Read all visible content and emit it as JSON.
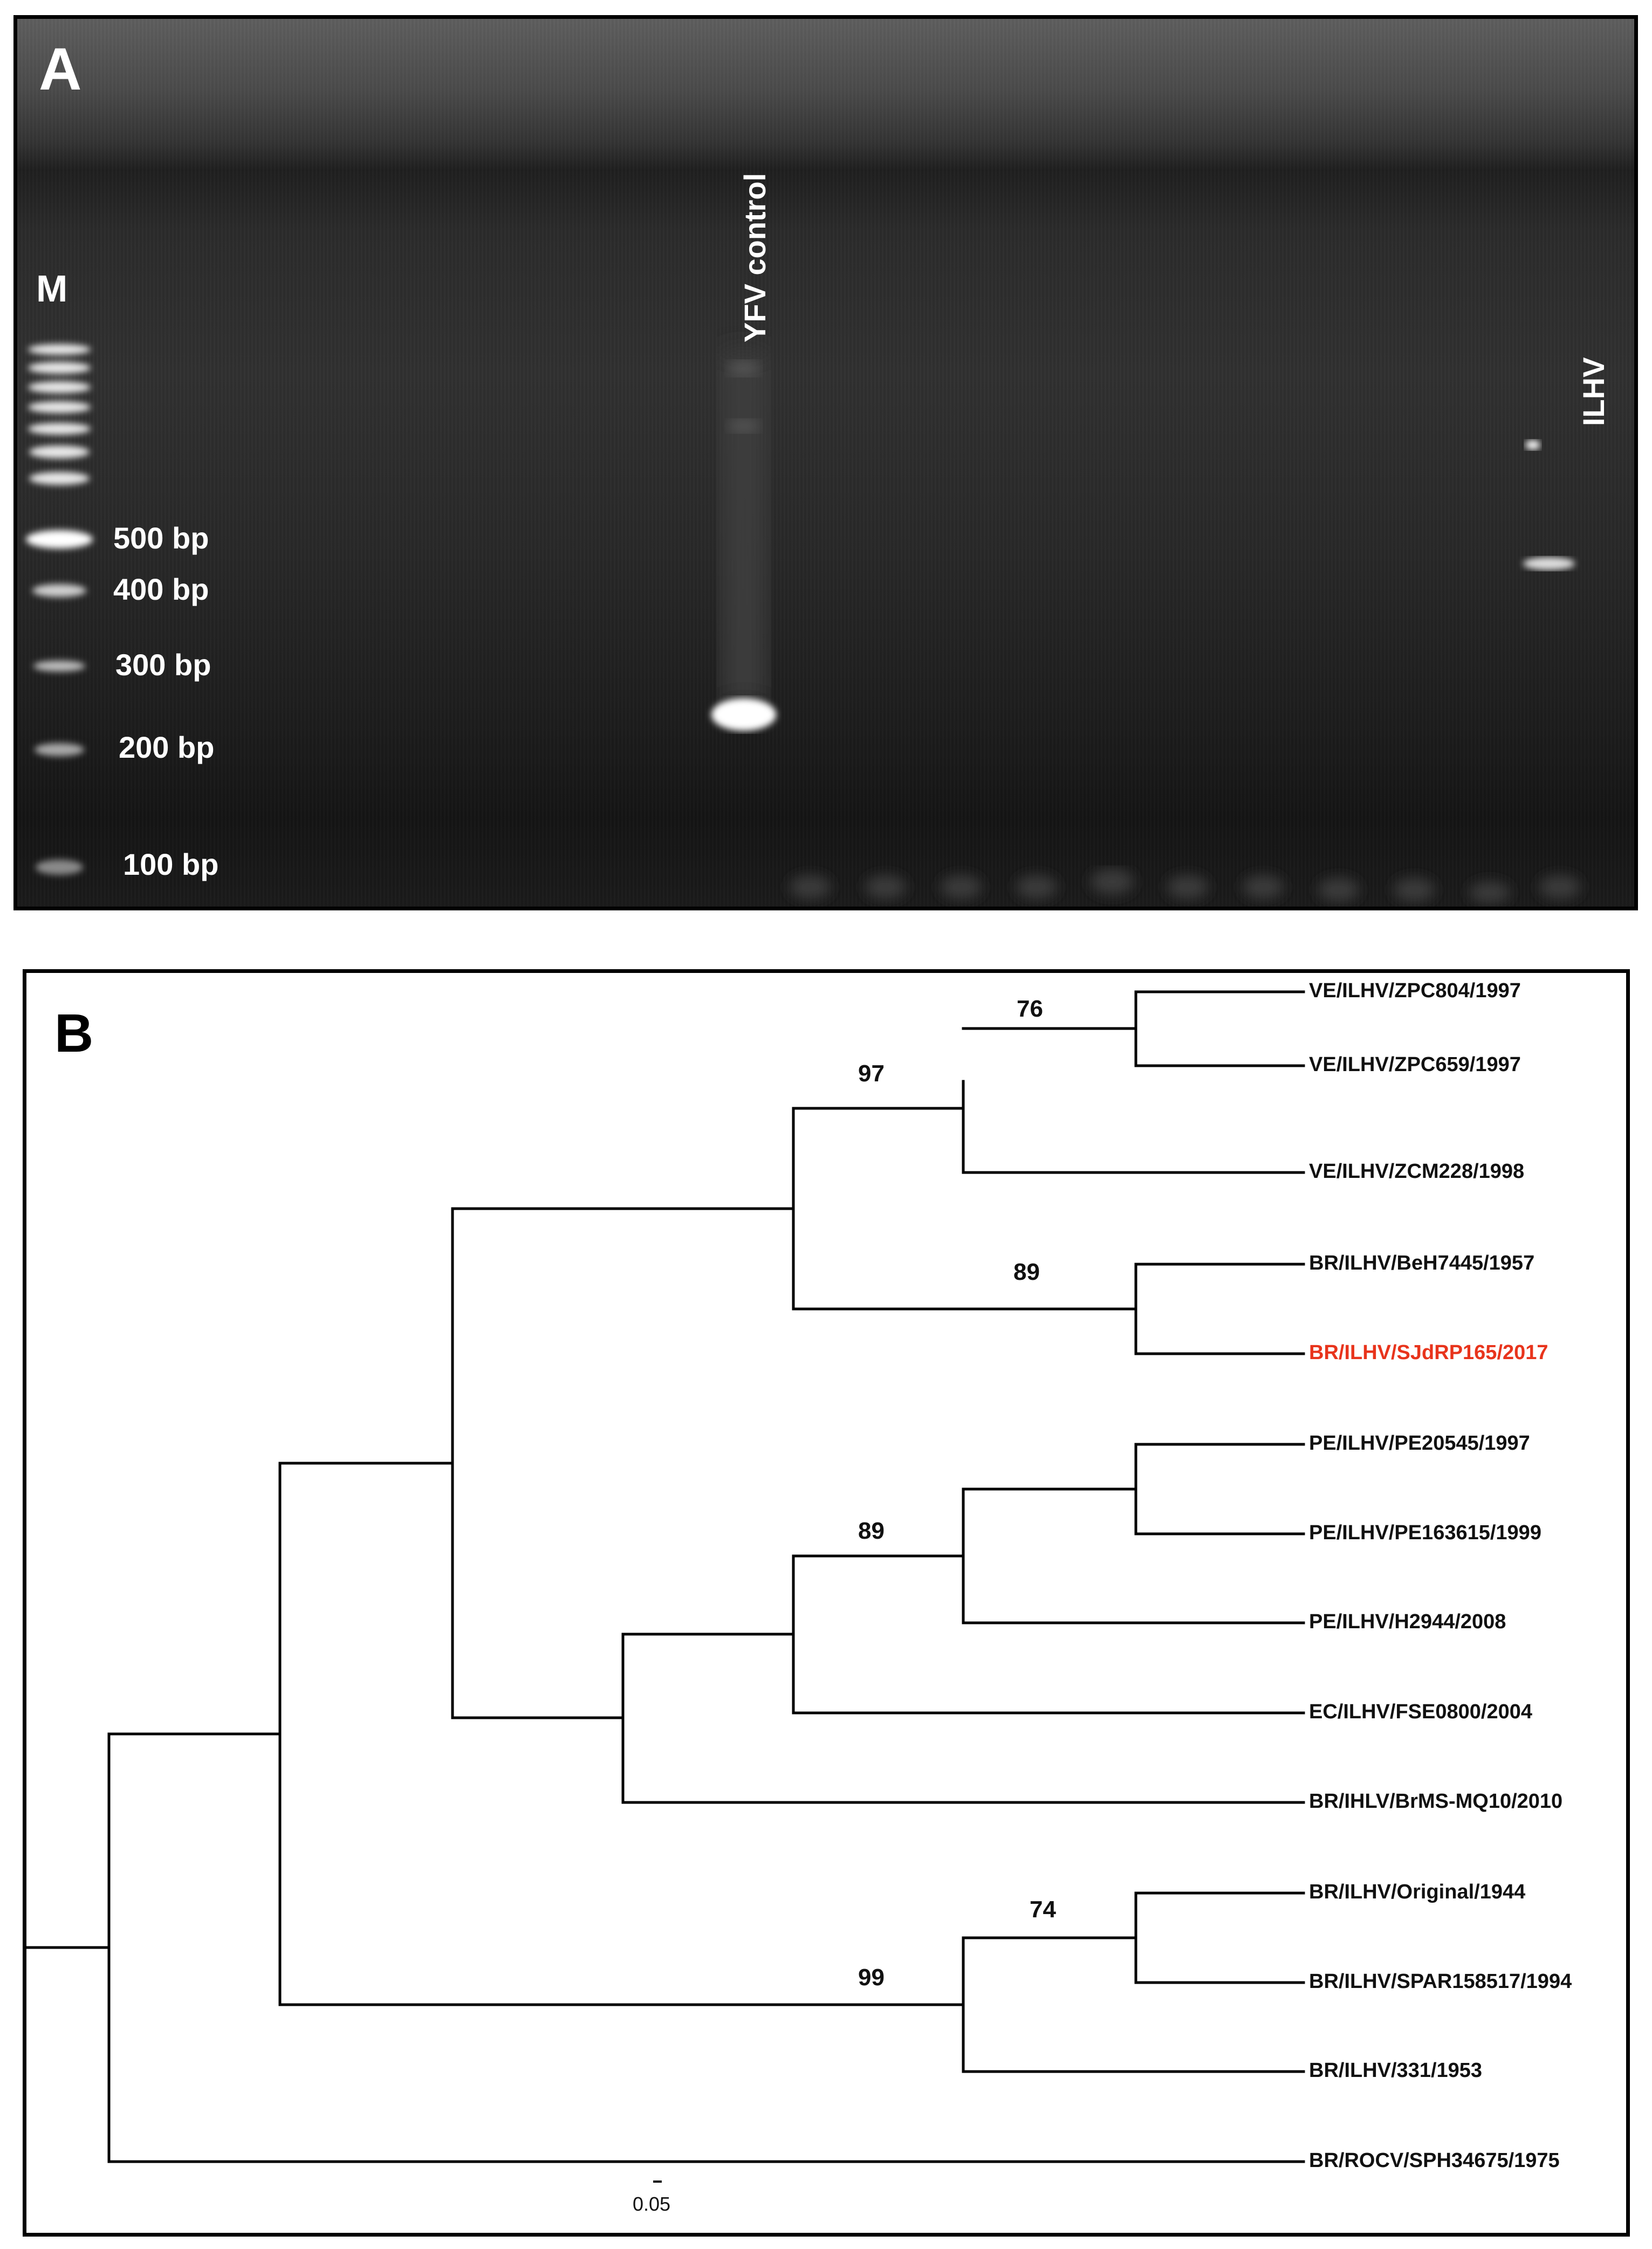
{
  "panel_a": {
    "letter": "A",
    "marker_lane": "M",
    "ladder_labels": [
      "500 bp",
      "400 bp",
      "300 bp",
      "200 bp",
      "100 bp"
    ],
    "lane_labels": {
      "control": "YFV control",
      "sample": "ILHV"
    }
  },
  "panel_b": {
    "letter": "B",
    "highlight_color": "#e8341c",
    "leaves": [
      "VE/ILHV/ZPC804/1997",
      "VE/ILHV/ZPC659/1997",
      "VE/ILHV/ZCM228/1998",
      "BR/ILHV/BeH7445/1957",
      "BR/ILHV/SJdRP165/2017",
      "PE/ILHV/PE20545/1997",
      "PE/ILHV/PE163615/1999",
      "PE/ILHV/H2944/2008",
      "EC/ILHV/FSE0800/2004",
      "BR/IHLV/BrMS-MQ10/2010",
      "BR/ILHV/Original/1944",
      "BR/ILHV/SPAR158517/1994",
      "BR/ILHV/331/1953",
      "BR/ROCV/SPH34675/1975"
    ],
    "highlighted_leaf": "BR/ILHV/SJdRP165/2017",
    "bootstrap": [
      "76",
      "97",
      "89",
      "89",
      "74",
      "99"
    ],
    "scale_bar": "0.05"
  }
}
